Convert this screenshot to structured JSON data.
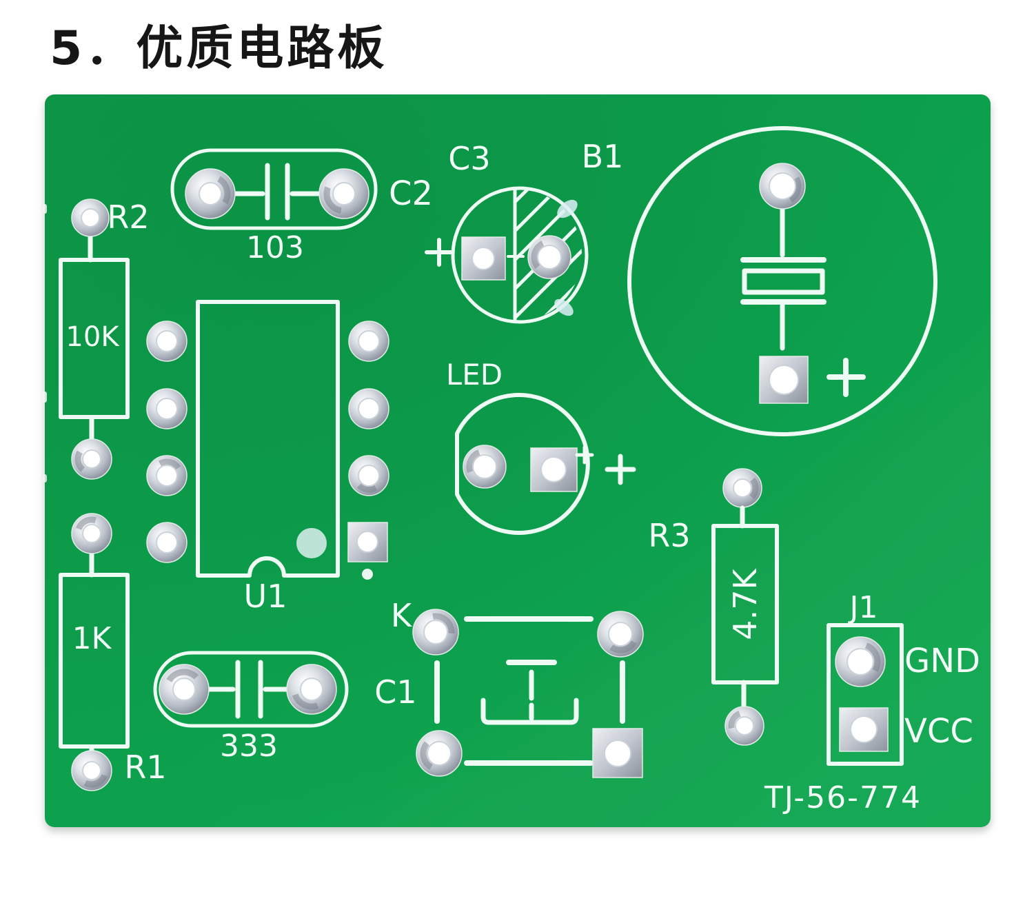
{
  "title": "5．优质电路板",
  "board": {
    "part_number": "TJ-56-774",
    "color_green": "#0f9f4c",
    "silkscreen_color": "#eefaf4",
    "labels": {
      "r2": "R2",
      "r2_value": "10K",
      "r1": "R1",
      "r1_value": "1K",
      "c2": "C2",
      "c2_value": "103",
      "c1": "C1",
      "c1_value": "333",
      "c3": "C3",
      "b1": "B1",
      "led": "LED",
      "u1": "U1",
      "r3": "R3",
      "r3_value": "4.7K",
      "k": "K",
      "j1": "J1",
      "j1_pin1": "GND",
      "j1_pin2": "VCC"
    }
  }
}
